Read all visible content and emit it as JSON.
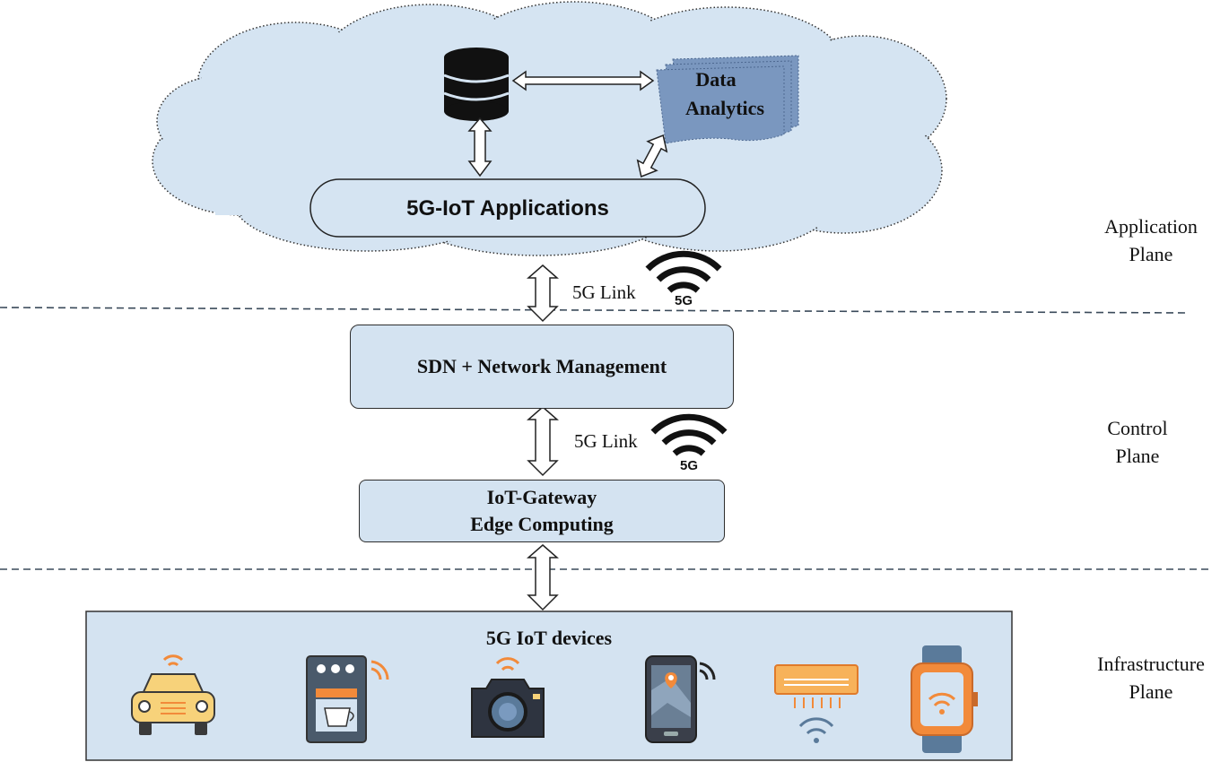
{
  "cloud": {
    "data_analytics_line1": "Data",
    "data_analytics_line2": "Analytics",
    "apps_label": "5G-IoT Applications"
  },
  "links": {
    "top_label": "5G Link",
    "mid_label": "5G Link",
    "badge": "5G"
  },
  "sdn_box": {
    "label": "SDN + Network Management"
  },
  "gateway_box": {
    "line1": "IoT-Gateway",
    "line2": "Edge Computing"
  },
  "devices": {
    "title": "5G IoT devices",
    "items": [
      "car-icon",
      "coffee-machine-icon",
      "camera-icon",
      "smartphone-map-icon",
      "air-conditioner-icon",
      "smartwatch-icon"
    ]
  },
  "planes": {
    "application_line1": "Application",
    "application_line2": "Plane",
    "control_line1": "Control",
    "control_line2": "Plane",
    "infrastructure_line1": "Infrastructure",
    "infrastructure_line2": "Plane"
  },
  "colors": {
    "cloud_fill": "#d5e4f2",
    "box_fill": "#d4e3f1",
    "analytics_fill": "#7a97bf",
    "device_orange": "#f28a3a",
    "device_yellow": "#f7d27a"
  }
}
